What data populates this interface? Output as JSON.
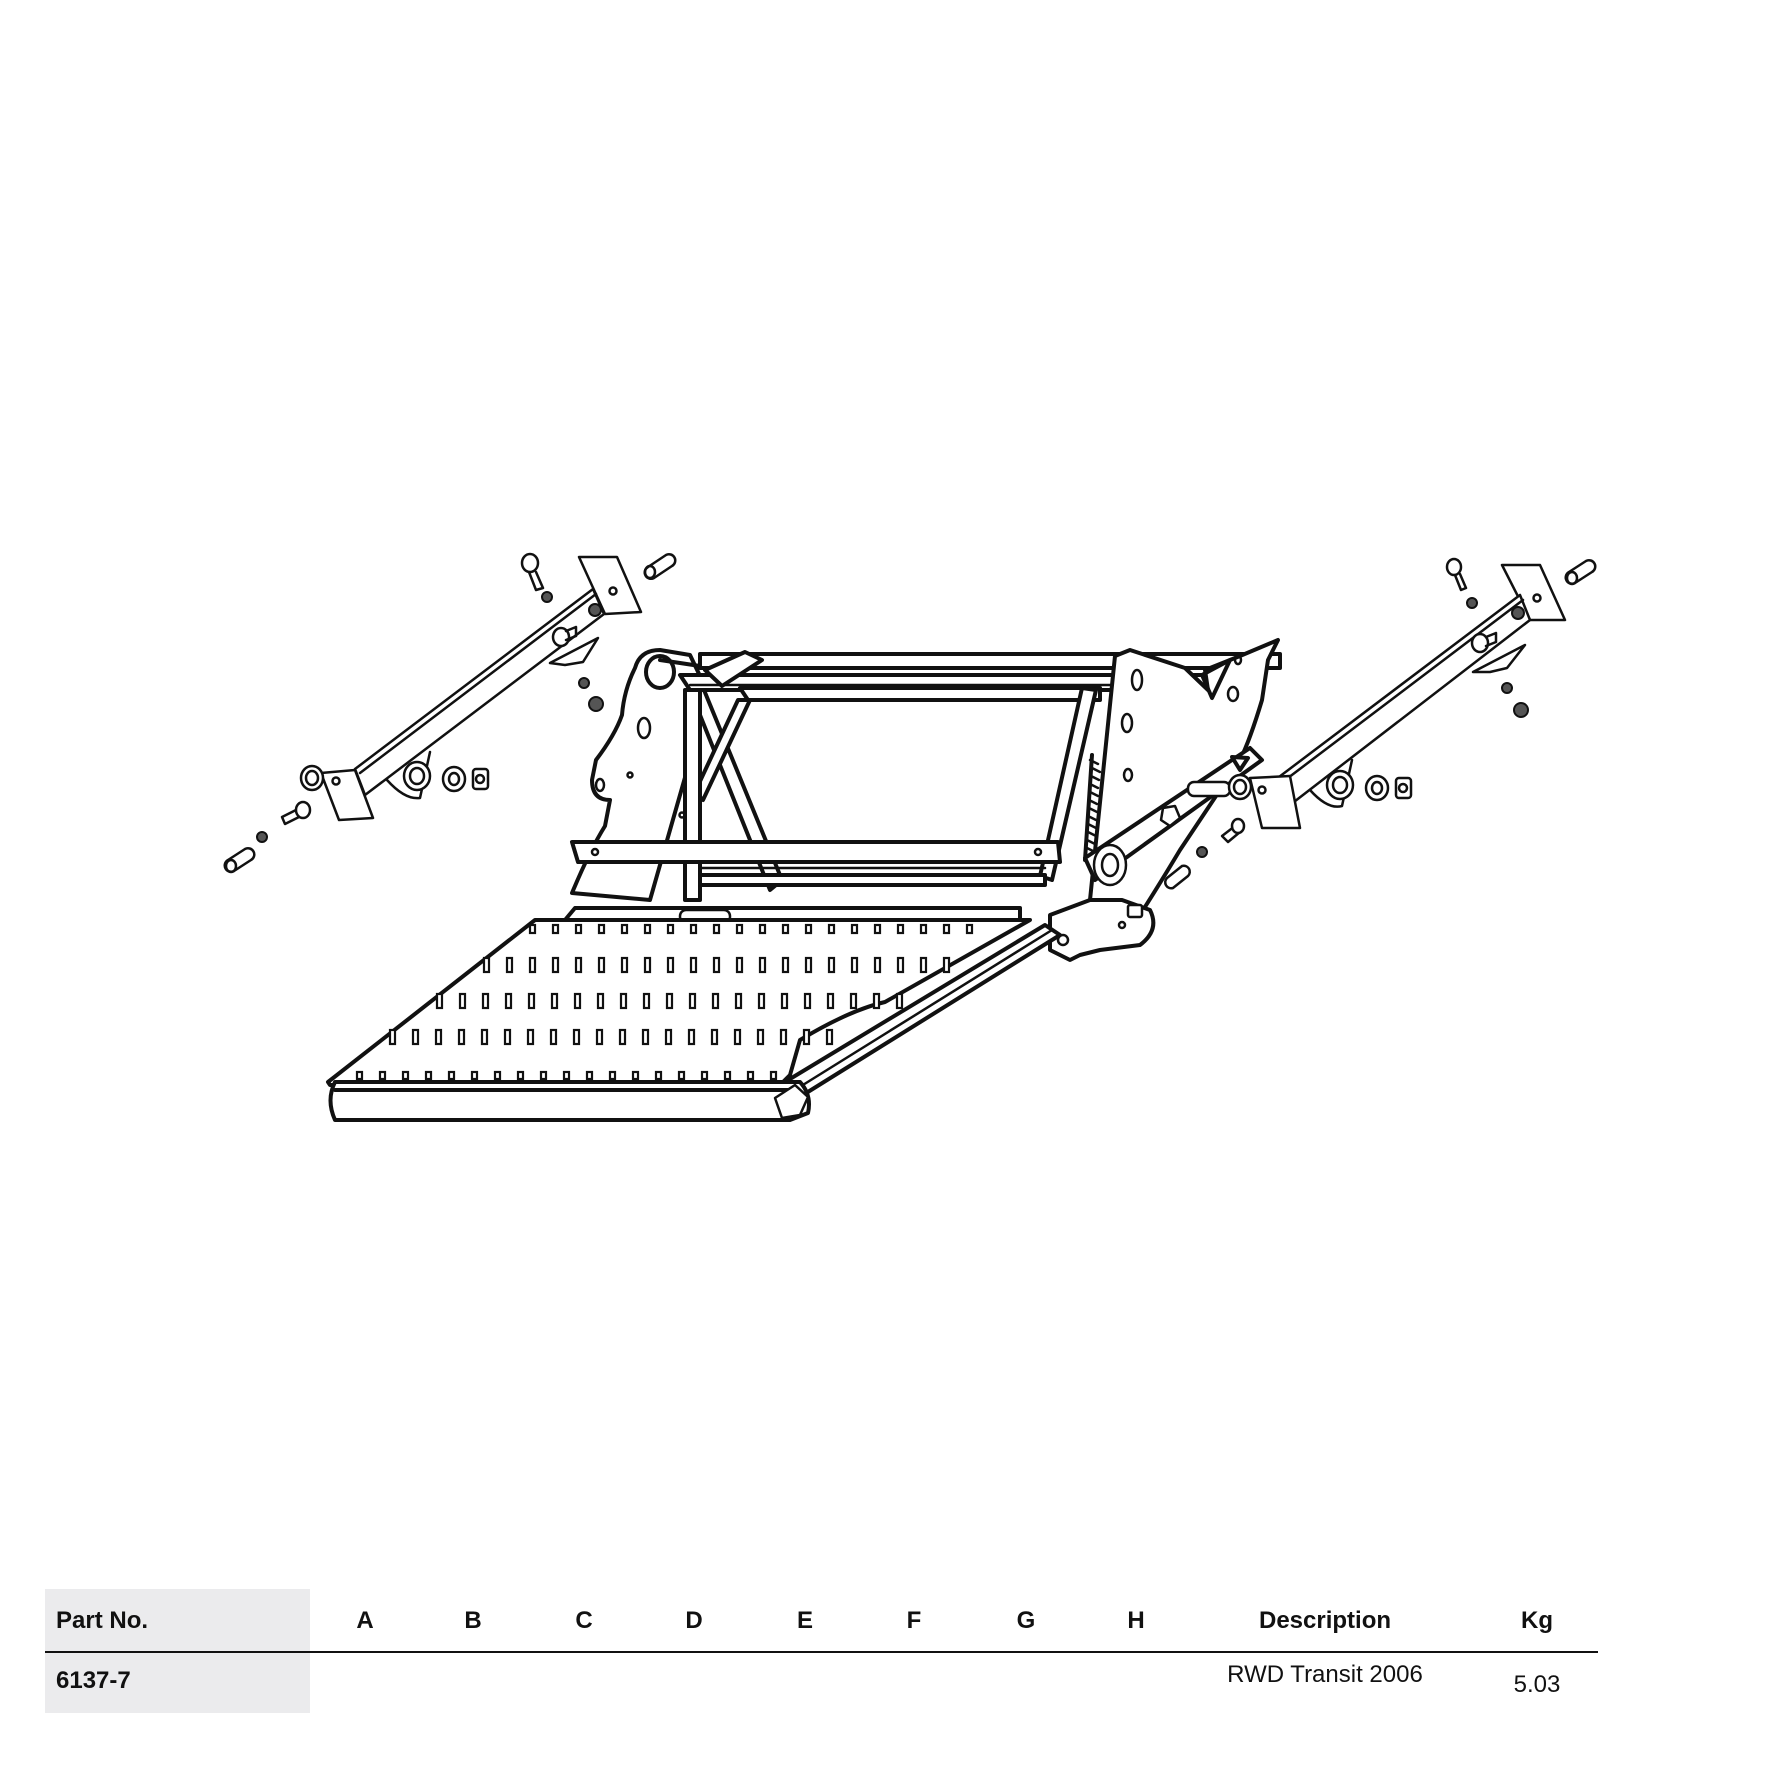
{
  "drawing": {
    "subject": "retractable-step-assembly-exploded-view",
    "components": [
      "left-mounting-bracket-arm",
      "right-mounting-bracket-arm",
      "step-frame",
      "perforated-step-tread",
      "hinge-mechanism",
      "spring",
      "bolts",
      "nuts",
      "washers",
      "spacers"
    ]
  },
  "table": {
    "headers": [
      "Part No.",
      "A",
      "B",
      "C",
      "D",
      "E",
      "F",
      "G",
      "H",
      "Description",
      "Kg"
    ],
    "rows": [
      {
        "part_no": "6137-7",
        "A": "",
        "B": "",
        "C": "",
        "D": "",
        "E": "",
        "F": "",
        "G": "",
        "H": "",
        "description": "RWD Transit 2006",
        "kg": "5.03"
      }
    ],
    "colors": {
      "part_cell_bg": "#ebebed",
      "rule": "#111111"
    }
  }
}
